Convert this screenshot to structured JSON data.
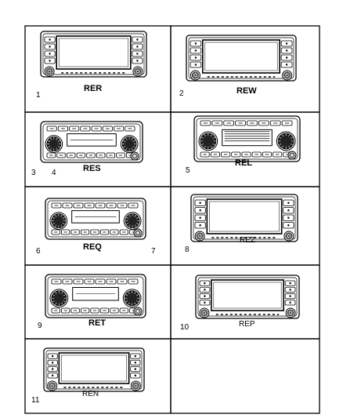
{
  "cells": [
    {
      "number": "1",
      "code": "RER",
      "code_bold": true,
      "style": "screen"
    },
    {
      "number": "2",
      "code": "REW",
      "code_bold": true,
      "style": "screen"
    },
    {
      "number": "3",
      "extra_number": "4",
      "code": "RES",
      "code_bold": true,
      "style": "knobs-display"
    },
    {
      "number": "5",
      "code": "REL",
      "code_bold": true,
      "style": "knobs-cd"
    },
    {
      "number": "6",
      "extra_number": "7",
      "code": "REQ",
      "code_bold": true,
      "style": "knobs-wide"
    },
    {
      "number": "8",
      "code": "REZ",
      "code_bold": false,
      "style": "screen"
    },
    {
      "number": "9",
      "code": "RET",
      "code_bold": true,
      "style": "knobs-display"
    },
    {
      "number": "10",
      "code": "REP",
      "code_bold": false,
      "style": "screen"
    },
    {
      "number": "11",
      "code": "REN",
      "code_bold": false,
      "style": "screen"
    },
    {
      "number": "",
      "code": "",
      "code_bold": false,
      "style": "empty"
    }
  ]
}
